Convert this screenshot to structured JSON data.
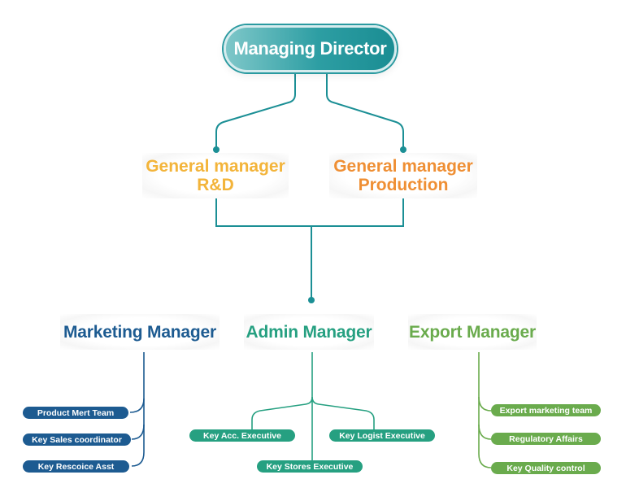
{
  "top": {
    "label": "Managing Director"
  },
  "general_managers": {
    "rd": {
      "line1": "General manager",
      "line2": "R&D"
    },
    "production": {
      "line1": "General manager",
      "line2": "Production"
    }
  },
  "managers": {
    "marketing": {
      "label": "Marketing Manager",
      "items": [
        "Product Mert Team",
        "Key Sales coordinator",
        "Key Rescoice Asst"
      ]
    },
    "admin": {
      "label": "Admin Manager",
      "items": [
        "Key Acc. Executive",
        "Key Logist Executive",
        "Key Stores Executive"
      ]
    },
    "export": {
      "label": "Export Manager",
      "items": [
        "Export marketing team",
        "Regulatory Affairs",
        "Key Quality control"
      ]
    }
  },
  "colors": {
    "teal_connector": "#1b8f95",
    "marketing": "#1d5b91",
    "admin": "#26a081",
    "export": "#6aab4d",
    "gm_rd": "#f3b43a",
    "gm_production": "#ef8f34"
  }
}
